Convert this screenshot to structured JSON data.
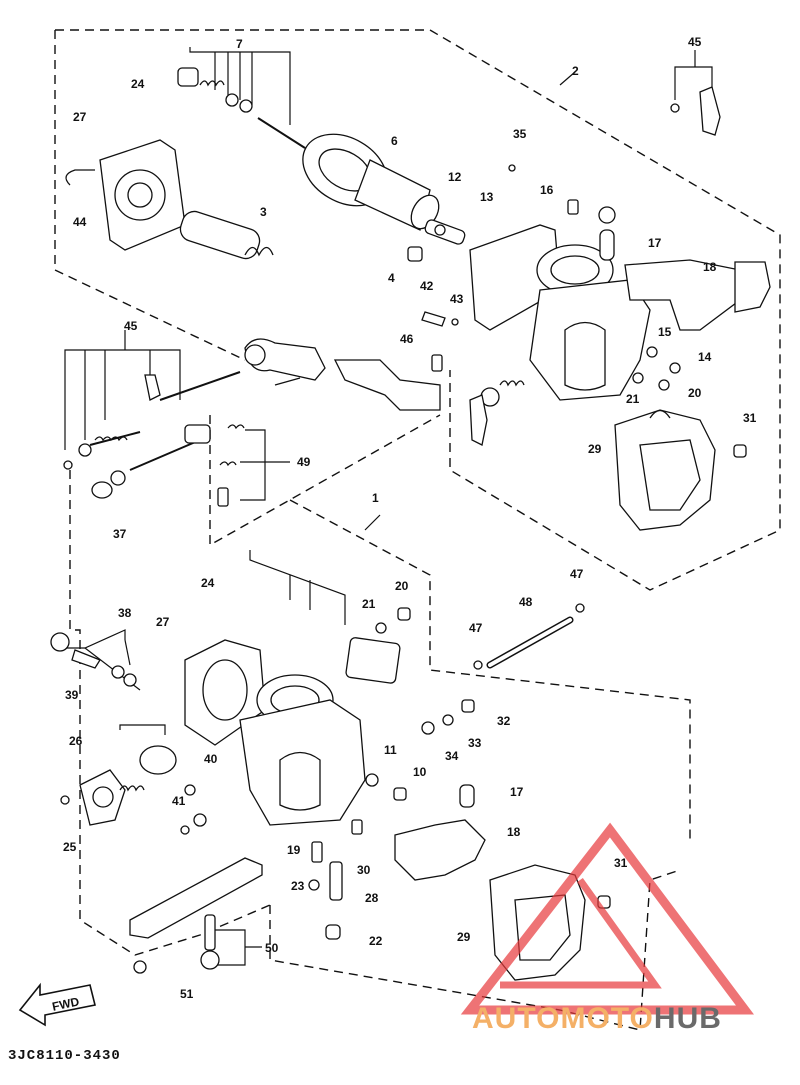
{
  "diagram": {
    "part_code": "3JC8110-3430",
    "fwd_label": "FWD",
    "watermark": {
      "part1": "AUTOMOTO",
      "part2": "HUB",
      "color1": "#f4b067",
      "color2": "#6a6a6a",
      "logo_color": "#e8393b"
    },
    "callouts": {
      "n1": "1",
      "n2": "2",
      "n3": "3",
      "n4": "4",
      "n6": "6",
      "n7": "7",
      "n10": "10",
      "n11": "11",
      "n12": "12",
      "n13": "13",
      "n14": "14",
      "n15": "15",
      "n16": "16",
      "n17a": "17",
      "n17b": "17",
      "n18a": "18",
      "n18b": "18",
      "n19": "19",
      "n20a": "20",
      "n20b": "20",
      "n21a": "21",
      "n21b": "21",
      "n22": "22",
      "n23": "23",
      "n24a": "24",
      "n24b": "24",
      "n25": "25",
      "n26": "26",
      "n27a": "27",
      "n27b": "27",
      "n28": "28",
      "n29a": "29",
      "n29b": "29",
      "n30": "30",
      "n31a": "31",
      "n31b": "31",
      "n32": "32",
      "n33": "33",
      "n34": "34",
      "n35": "35",
      "n37": "37",
      "n38": "38",
      "n39": "39",
      "n40": "40",
      "n41": "41",
      "n42": "42",
      "n43": "43",
      "n44": "44",
      "n45a": "45",
      "n45b": "45",
      "n46": "46",
      "n47a": "47",
      "n47b": "47",
      "n48": "48",
      "n49": "49",
      "n50": "50",
      "n51": "51"
    }
  }
}
